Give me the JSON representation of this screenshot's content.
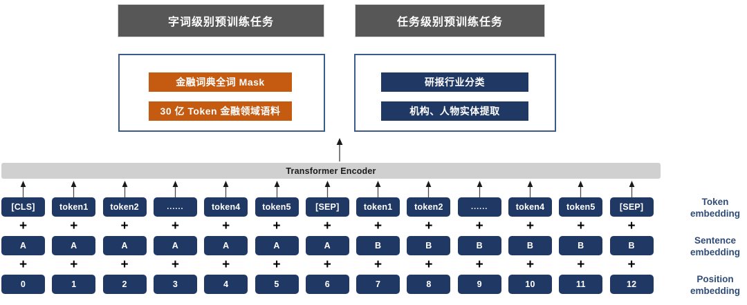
{
  "headers": [
    {
      "label": "字词级别预训练任务"
    },
    {
      "label": "任务级别预训练任务"
    }
  ],
  "panels": {
    "left": {
      "chips": [
        {
          "label": "金融词典全词 Mask",
          "color": "#c55a11"
        },
        {
          "label": "30 亿 Token 金融领域语料",
          "color": "#c55a11"
        }
      ]
    },
    "right": {
      "chips": [
        {
          "label": "研报行业分类",
          "color": "#203864"
        },
        {
          "label": "机构、人物实体提取",
          "color": "#203864"
        }
      ]
    }
  },
  "encoder": {
    "label": "Transformer Encoder",
    "color": "#d0d0d0"
  },
  "plus_symbol": "+",
  "rows": {
    "token": {
      "side_label_line1": "Token",
      "side_label_line2": "embedding",
      "cells": [
        "[CLS]",
        "token1",
        "token2",
        "......",
        "token4",
        "token5",
        "[SEP]",
        "token1",
        "token2",
        "......",
        "token4",
        "token5",
        "[SEP]"
      ]
    },
    "sentence": {
      "side_label_line1": "Sentence",
      "side_label_line2": "embedding",
      "cells": [
        "A",
        "A",
        "A",
        "A",
        "A",
        "A",
        "A",
        "B",
        "B",
        "B",
        "B",
        "B",
        "B"
      ]
    },
    "position": {
      "side_label_line1": "Position",
      "side_label_line2": "embedding",
      "cells": [
        "0",
        "1",
        "2",
        "3",
        "4",
        "5",
        "6",
        "7",
        "8",
        "9",
        "10",
        "11",
        "12"
      ]
    }
  },
  "colors": {
    "navy": "#203864",
    "orange": "#c55a11",
    "header_gray": "#575757",
    "encoder_gray": "#d0d0d0",
    "panel_border": "#3a5a8c",
    "label_blue": "#2f4b77"
  }
}
